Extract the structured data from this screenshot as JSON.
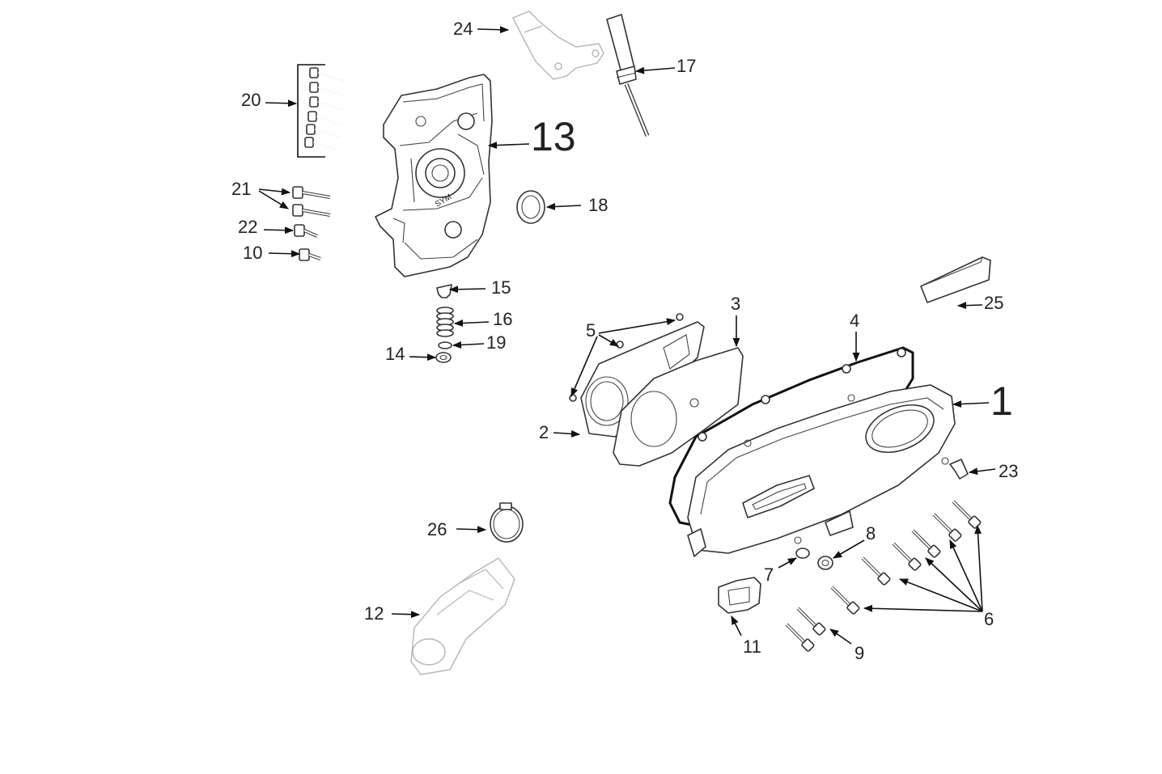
{
  "diagram": {
    "callouts": [
      {
        "id": "c1",
        "label": "1"
      },
      {
        "id": "c2",
        "label": "2"
      },
      {
        "id": "c3",
        "label": "3"
      },
      {
        "id": "c4",
        "label": "4"
      },
      {
        "id": "c5",
        "label": "5"
      },
      {
        "id": "c6",
        "label": "6"
      },
      {
        "id": "c7",
        "label": "7"
      },
      {
        "id": "c8",
        "label": "8"
      },
      {
        "id": "c9",
        "label": "9"
      },
      {
        "id": "c10",
        "label": "10"
      },
      {
        "id": "c11",
        "label": "11"
      },
      {
        "id": "c12",
        "label": "12"
      },
      {
        "id": "c13",
        "label": "13"
      },
      {
        "id": "c14",
        "label": "14"
      },
      {
        "id": "c15",
        "label": "15"
      },
      {
        "id": "c16",
        "label": "16"
      },
      {
        "id": "c17",
        "label": "17"
      },
      {
        "id": "c18",
        "label": "18"
      },
      {
        "id": "c19",
        "label": "19"
      },
      {
        "id": "c20",
        "label": "20"
      },
      {
        "id": "c21",
        "label": "21"
      },
      {
        "id": "c22",
        "label": "22"
      },
      {
        "id": "c23",
        "label": "23"
      },
      {
        "id": "c24",
        "label": "24"
      },
      {
        "id": "c25",
        "label": "25"
      },
      {
        "id": "c26",
        "label": "26"
      }
    ],
    "colors": {
      "line": "#333333",
      "background": "#ffffff",
      "faint_part": "#b5b5b5"
    }
  }
}
